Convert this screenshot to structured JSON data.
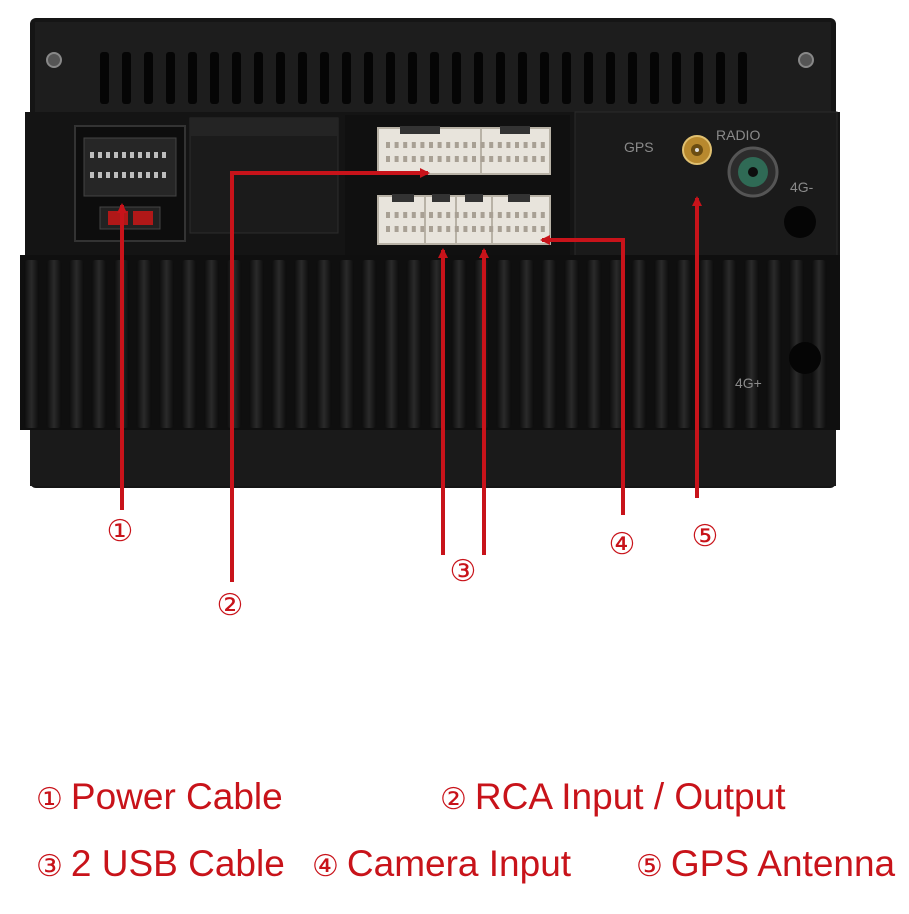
{
  "device": {
    "port_labels": {
      "gps": "GPS",
      "radio": "RADIO",
      "4g_top": "4G-",
      "4g_bottom": "4G+"
    }
  },
  "callouts": [
    {
      "id": "1",
      "symbol": "①"
    },
    {
      "id": "2",
      "symbol": "②"
    },
    {
      "id": "3",
      "symbol": "③"
    },
    {
      "id": "4",
      "symbol": "④"
    },
    {
      "id": "5",
      "symbol": "⑤"
    }
  ],
  "legend": [
    {
      "symbol": "①",
      "label": "Power Cable"
    },
    {
      "symbol": "②",
      "label": "RCA Input / Output"
    },
    {
      "symbol": "③",
      "label": "2 USB Cable"
    },
    {
      "symbol": "④",
      "label": "Camera Input"
    },
    {
      "symbol": "⑤",
      "label": "GPS Antenna"
    }
  ],
  "colors": {
    "accent": "#c8131a",
    "body": "#1a1a1a",
    "connector": "#e8e4dc"
  }
}
